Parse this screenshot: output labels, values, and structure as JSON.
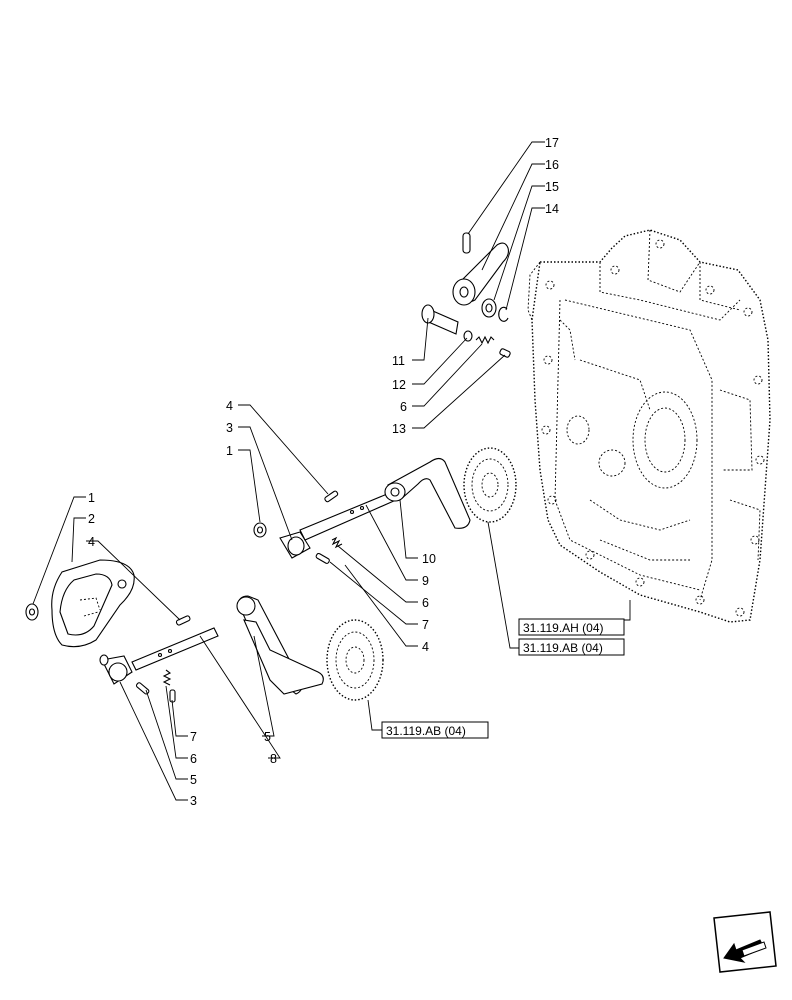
{
  "callouts": {
    "c17": "17",
    "c16": "16",
    "c15": "15",
    "c14": "14",
    "c11": "11",
    "c12": "12",
    "c6a": "6",
    "c13": "13",
    "c4a": "4",
    "c3a": "3",
    "c1a": "1",
    "c10": "10",
    "c9": "9",
    "c6b": "6",
    "c7a": "7",
    "c4b": "4",
    "c1b": "1",
    "c2": "2",
    "c4c": "4",
    "c7b": "7",
    "c6c": "6",
    "c5a": "5",
    "c3b": "3",
    "c5b": "5",
    "c8": "8"
  },
  "references": {
    "ref_ah": "31.119.AH (04)",
    "ref_ab1": "31.119.AB (04)",
    "ref_ab2": "31.119.AB (04)"
  },
  "nav_icon": "next-page-arrow-icon"
}
